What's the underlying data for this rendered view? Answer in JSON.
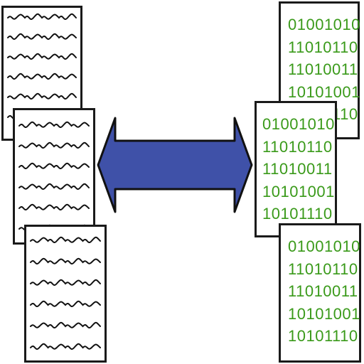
{
  "colors": {
    "arrow_fill": "#3f51a8",
    "arrow_stroke": "#111111",
    "binary_text": "#3a9a1a",
    "page_border": "#1a1a1a"
  },
  "binary_pages": {
    "back_lines": [
      "01001010",
      "11010110",
      "11010011",
      "10101001",
      "10101110"
    ],
    "middle_lines": [
      "01001010",
      "11010110",
      "11010011",
      "10101001",
      "10101110"
    ],
    "front_lines": [
      "01001010",
      "11010110",
      "11010011",
      "10101001",
      "10101110"
    ]
  },
  "icons": {
    "arrow": "double-headed-arrow-icon",
    "analog_page": "wavy-lines-document-icon"
  }
}
